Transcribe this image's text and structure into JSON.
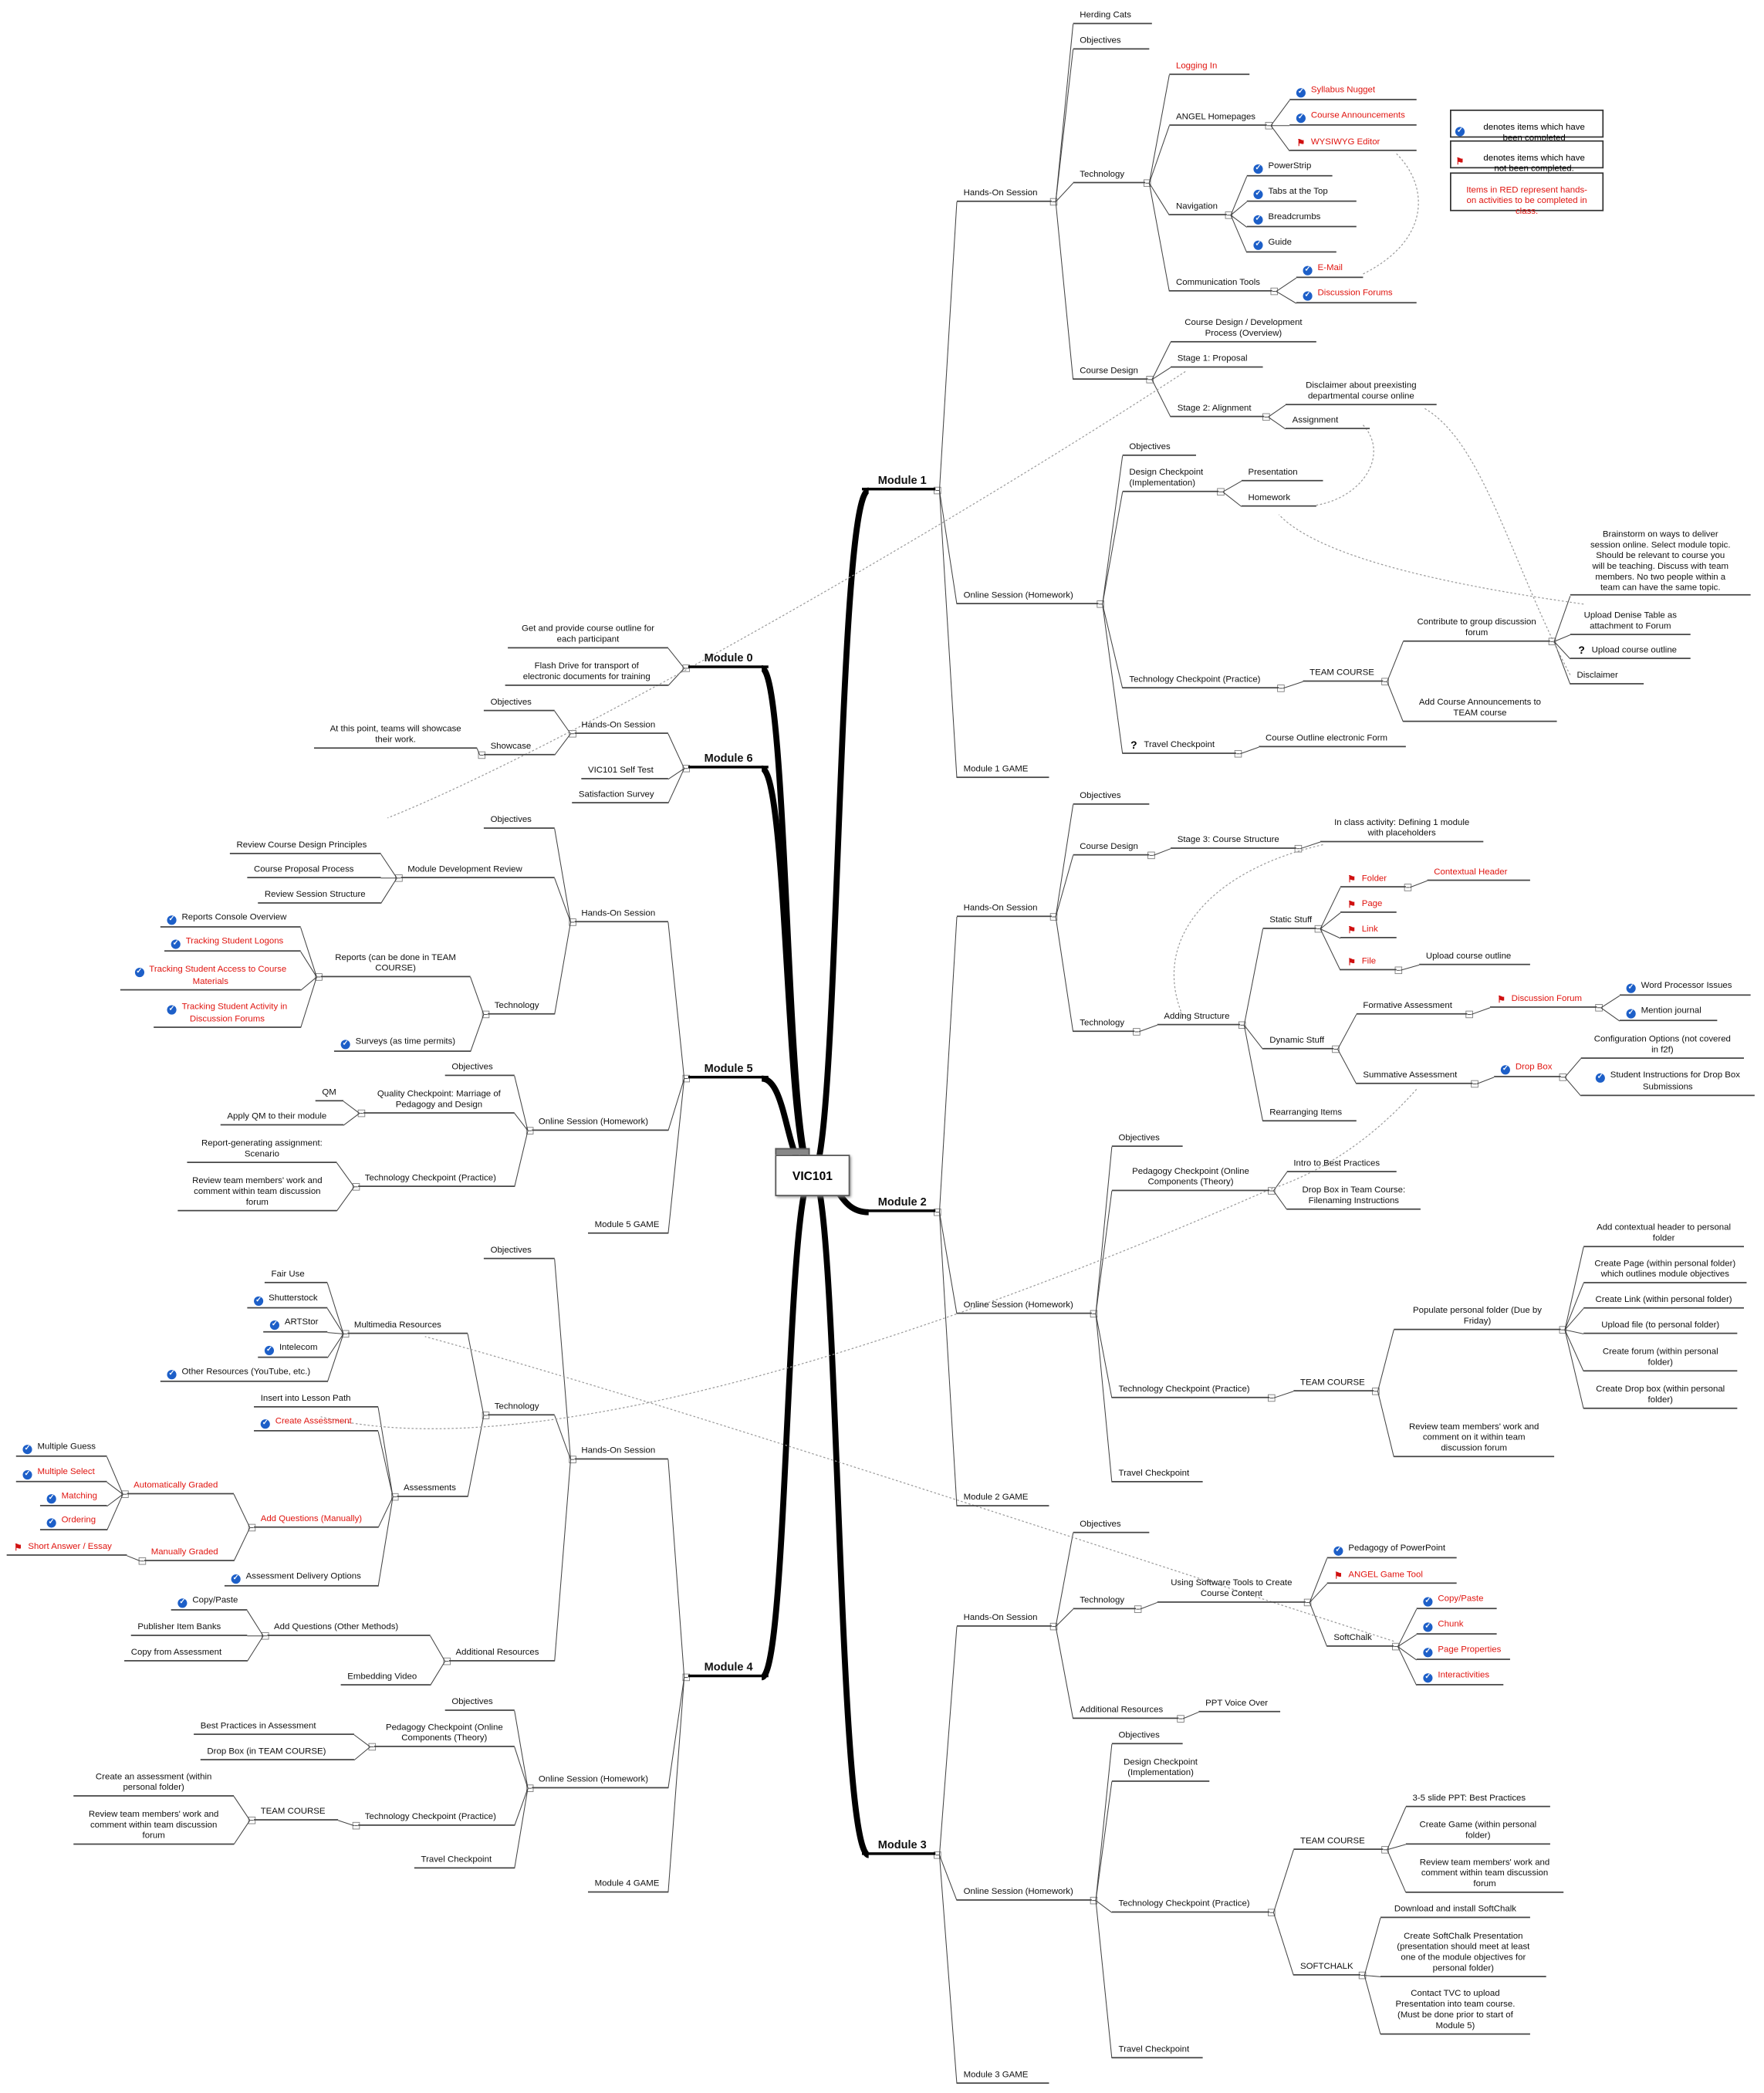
{
  "center": {
    "title": "VIC101"
  },
  "legend": {
    "completed": {
      "icon": "check",
      "text": "denotes items which have\nbeen completed"
    },
    "not_completed": {
      "icon": "flag",
      "text": "denotes items which have\nnot been completed."
    },
    "red_note": {
      "text": "Items in RED represent hands-\non activities to be completed in\nclass."
    }
  },
  "colors": {
    "red_text": "#e0140f",
    "check_blue": "#1d5fc8",
    "line": "#444444"
  },
  "nodes": [
    {
      "text": "Module 1"
    },
    {
      "text": "Hands-On Session"
    },
    {
      "text": "Online Session (Homework)"
    },
    {
      "text": "Module 1 GAME"
    },
    {
      "text": "Herding Cats"
    },
    {
      "text": "Objectives"
    },
    {
      "text": "Technology"
    },
    {
      "text": "Course Design"
    },
    {
      "text": "Logging In",
      "red": true
    },
    {
      "text": "ANGEL Homepages"
    },
    {
      "text": "Navigation"
    },
    {
      "text": "Communication Tools"
    },
    {
      "text": "Syllabus Nugget",
      "red": true,
      "icon": "check"
    },
    {
      "text": "Course Announcements",
      "red": true,
      "icon": "check"
    },
    {
      "text": "WYSIWYG Editor",
      "red": true,
      "icon": "flag"
    },
    {
      "text": "PowerStrip",
      "icon": "check"
    },
    {
      "text": "Tabs at the Top",
      "icon": "check"
    },
    {
      "text": "Breadcrumbs",
      "icon": "check"
    },
    {
      "text": "Guide",
      "icon": "check"
    },
    {
      "text": "E-Mail",
      "red": true,
      "icon": "check"
    },
    {
      "text": "Discussion Forums",
      "red": true,
      "icon": "check"
    },
    {
      "text": "Course Design / Development\nProcess (Overview)"
    },
    {
      "text": "Stage 1: Proposal"
    },
    {
      "text": "Stage 2: Alignment"
    },
    {
      "text": "Disclaimer about preexisting\ndepartmental course online"
    },
    {
      "text": "Assignment"
    },
    {
      "text": "Objectives"
    },
    {
      "text": "Design Checkpoint\n(Implementation)"
    },
    {
      "text": "Technology Checkpoint (Practice)"
    },
    {
      "text": "Travel Checkpoint",
      "icon": "question"
    },
    {
      "text": "Presentation"
    },
    {
      "text": "Homework"
    },
    {
      "text": "TEAM COURSE"
    },
    {
      "text": "Contribute to group discussion\nforum"
    },
    {
      "text": "Add Course Announcements to\nTEAM course"
    },
    {
      "text": "Brainstorm on ways to deliver\nsession online.  Select module topic.\nShould be relevant to course you\nwill be teaching.  Discuss with team\nmembers.  No two people within a\nteam can have the same topic."
    },
    {
      "text": "Upload Denise Table as\nattachment to Forum"
    },
    {
      "text": "Upload course outline",
      "icon": "question"
    },
    {
      "text": "Disclaimer"
    },
    {
      "text": "Course Outline electronic Form"
    },
    {
      "text": "Module 2"
    },
    {
      "text": "Hands-On Session"
    },
    {
      "text": "Online Session (Homework)"
    },
    {
      "text": "Module 2 GAME"
    },
    {
      "text": "Objectives"
    },
    {
      "text": "Course Design"
    },
    {
      "text": "Technology"
    },
    {
      "text": "Stage 3: Course Structure"
    },
    {
      "text": "In class activity: Defining 1 module\nwith placeholders"
    },
    {
      "text": "Adding Structure"
    },
    {
      "text": "Static Stuff"
    },
    {
      "text": "Dynamic Stuff"
    },
    {
      "text": "Rearranging Items"
    },
    {
      "text": "Folder",
      "red": true,
      "icon": "flag"
    },
    {
      "text": "Page",
      "red": true,
      "icon": "flag"
    },
    {
      "text": "Link",
      "red": true,
      "icon": "flag"
    },
    {
      "text": "File",
      "red": true,
      "icon": "flag"
    },
    {
      "text": "Contextual Header",
      "red": true
    },
    {
      "text": "Upload course outline"
    },
    {
      "text": "Formative Assessment"
    },
    {
      "text": "Summative Assessment"
    },
    {
      "text": "Discussion Forum",
      "red": true,
      "icon": "flag"
    },
    {
      "text": "Word Processor Issues",
      "icon": "check"
    },
    {
      "text": "Mention journal",
      "icon": "check"
    },
    {
      "text": "Drop Box",
      "red": true,
      "icon": "check"
    },
    {
      "text": "Configuration Options (not covered\nin f2f)"
    },
    {
      "text": "Student Instructions for Drop Box\nSubmissions",
      "icon": "check"
    },
    {
      "text": "Objectives"
    },
    {
      "text": "Pedagogy Checkpoint (Online\nComponents (Theory)"
    },
    {
      "text": "Technology Checkpoint (Practice)"
    },
    {
      "text": "Travel Checkpoint"
    },
    {
      "text": "Intro to Best Practices"
    },
    {
      "text": "Drop Box in Team Course:\nFilenaming Instructions"
    },
    {
      "text": "TEAM COURSE"
    },
    {
      "text": "Populate personal folder (Due by\nFriday)"
    },
    {
      "text": "Review team members' work and\ncomment on it within team\ndiscussion forum"
    },
    {
      "text": "Add contextual header to personal\nfolder"
    },
    {
      "text": "Create Page (within personal folder)\nwhich outlines module objectives"
    },
    {
      "text": "Create Link (within personal folder)"
    },
    {
      "text": "Upload file (to personal folder)"
    },
    {
      "text": "Create forum (within personal\nfolder)"
    },
    {
      "text": "Create Drop box (within personal\nfolder)"
    },
    {
      "text": "Module 3"
    },
    {
      "text": "Hands-On Session"
    },
    {
      "text": "Online Session (Homework)"
    },
    {
      "text": "Module 3 GAME"
    },
    {
      "text": "Objectives"
    },
    {
      "text": "Technology"
    },
    {
      "text": "Additional Resources"
    },
    {
      "text": "Using Software Tools to Create\nCourse Content"
    },
    {
      "text": "Pedagogy of PowerPoint",
      "icon": "check"
    },
    {
      "text": "ANGEL Game Tool",
      "red": true,
      "icon": "flag"
    },
    {
      "text": "SoftChalk"
    },
    {
      "text": "Copy/Paste",
      "red": true,
      "icon": "check"
    },
    {
      "text": "Chunk",
      "red": true,
      "icon": "check"
    },
    {
      "text": "Page Properties",
      "red": true,
      "icon": "check"
    },
    {
      "text": "Interactivities",
      "red": true,
      "icon": "check"
    },
    {
      "text": "PPT Voice Over"
    },
    {
      "text": "Objectives"
    },
    {
      "text": "Design Checkpoint\n(Implementation)"
    },
    {
      "text": "Technology Checkpoint (Practice)"
    },
    {
      "text": "Travel Checkpoint"
    },
    {
      "text": "TEAM COURSE"
    },
    {
      "text": "SOFTCHALK"
    },
    {
      "text": "3-5 slide PPT:  Best Practices"
    },
    {
      "text": "Create Game (within personal\nfolder)"
    },
    {
      "text": "Review team members' work and\ncomment within team discussion\nforum"
    },
    {
      "text": "Download and install SoftChalk"
    },
    {
      "text": "Create SoftChalk Presentation\n(presentation should meet at least\none of the module objectives for\npersonal folder)"
    },
    {
      "text": "Contact TVC to upload\nPresentation into team course.\n(Must be done prior to start of\nModule 5)"
    },
    {
      "text": "Module 0"
    },
    {
      "text": "Get and provide course outline for\neach participant"
    },
    {
      "text": "Flash Drive for transport of\nelectronic documents for training"
    },
    {
      "text": "Module 6"
    },
    {
      "text": "Hands-On Session"
    },
    {
      "text": "VIC101 Self Test"
    },
    {
      "text": "Satisfaction  Survey"
    },
    {
      "text": "Objectives"
    },
    {
      "text": "Showcase"
    },
    {
      "text": "At this point, teams will showcase\ntheir work."
    },
    {
      "text": "Module 5"
    },
    {
      "text": "Hands-On Session"
    },
    {
      "text": "Online Session (Homework)"
    },
    {
      "text": "Module 5 GAME"
    },
    {
      "text": "Objectives"
    },
    {
      "text": "Module Development Review"
    },
    {
      "text": "Technology"
    },
    {
      "text": "Review Course Design Principles"
    },
    {
      "text": "Course Proposal Process"
    },
    {
      "text": "Review Session Structure"
    },
    {
      "text": "Reports (can be done in TEAM\nCOURSE)"
    },
    {
      "text": "Surveys (as time permits)",
      "icon": "check"
    },
    {
      "text": "Reports Console Overview",
      "icon": "check"
    },
    {
      "text": "Tracking Student Logons",
      "red": true,
      "icon": "check"
    },
    {
      "text": "Tracking Student Access to Course\nMaterials",
      "red": true,
      "icon": "check"
    },
    {
      "text": "Tracking Student Activity in\nDiscussion Forums",
      "red": true,
      "icon": "check"
    },
    {
      "text": "Objectives"
    },
    {
      "text": "Quality Checkpoint: Marriage of\nPedagogy and Design"
    },
    {
      "text": "Technology Checkpoint (Practice)"
    },
    {
      "text": "QM"
    },
    {
      "text": "Apply QM to their module"
    },
    {
      "text": "Report-generating assignment:\nScenario"
    },
    {
      "text": "Review team members' work and\ncomment within team discussion\nforum"
    },
    {
      "text": "Module 4"
    },
    {
      "text": "Hands-On Session"
    },
    {
      "text": "Online Session (Homework)"
    },
    {
      "text": "Module 4 GAME"
    },
    {
      "text": "Objectives"
    },
    {
      "text": "Technology"
    },
    {
      "text": "Additional Resources"
    },
    {
      "text": "Multimedia Resources"
    },
    {
      "text": "Assessments"
    },
    {
      "text": "Fair Use"
    },
    {
      "text": "Shutterstock",
      "icon": "check"
    },
    {
      "text": "ARTStor",
      "icon": "check"
    },
    {
      "text": "Intelecom",
      "icon": "check"
    },
    {
      "text": "Other Resources (YouTube, etc.)",
      "icon": "check"
    },
    {
      "text": "Insert into Lesson Path"
    },
    {
      "text": "Create Assessment",
      "red": true,
      "icon": "check"
    },
    {
      "text": "Add Questions (Manually)",
      "red": true
    },
    {
      "text": "Assessment Delivery Options",
      "icon": "check"
    },
    {
      "text": "Automatically Graded",
      "red": true
    },
    {
      "text": "Manually Graded",
      "red": true
    },
    {
      "text": "Multiple Guess",
      "icon": "check"
    },
    {
      "text": "Multiple Select",
      "red": true,
      "icon": "check"
    },
    {
      "text": "Matching",
      "red": true,
      "icon": "check"
    },
    {
      "text": "Ordering",
      "red": true,
      "icon": "check"
    },
    {
      "text": "Short Answer / Essay",
      "red": true,
      "icon": "flag"
    },
    {
      "text": "Add Questions (Other Methods)"
    },
    {
      "text": "Embedding Video"
    },
    {
      "text": "Copy/Paste",
      "icon": "check"
    },
    {
      "text": "Publisher Item Banks"
    },
    {
      "text": "Copy from Assessment"
    },
    {
      "text": "Objectives"
    },
    {
      "text": "Pedagogy Checkpoint (Online\nComponents (Theory)"
    },
    {
      "text": "Technology Checkpoint (Practice)"
    },
    {
      "text": "Travel Checkpoint"
    },
    {
      "text": "Best Practices in Assessment"
    },
    {
      "text": "Drop Box (in TEAM COURSE)"
    },
    {
      "text": "TEAM COURSE"
    },
    {
      "text": "Create an assessment (within\npersonal folder)"
    },
    {
      "text": "Review team members' work and\ncomment within team discussion\nforum"
    }
  ]
}
